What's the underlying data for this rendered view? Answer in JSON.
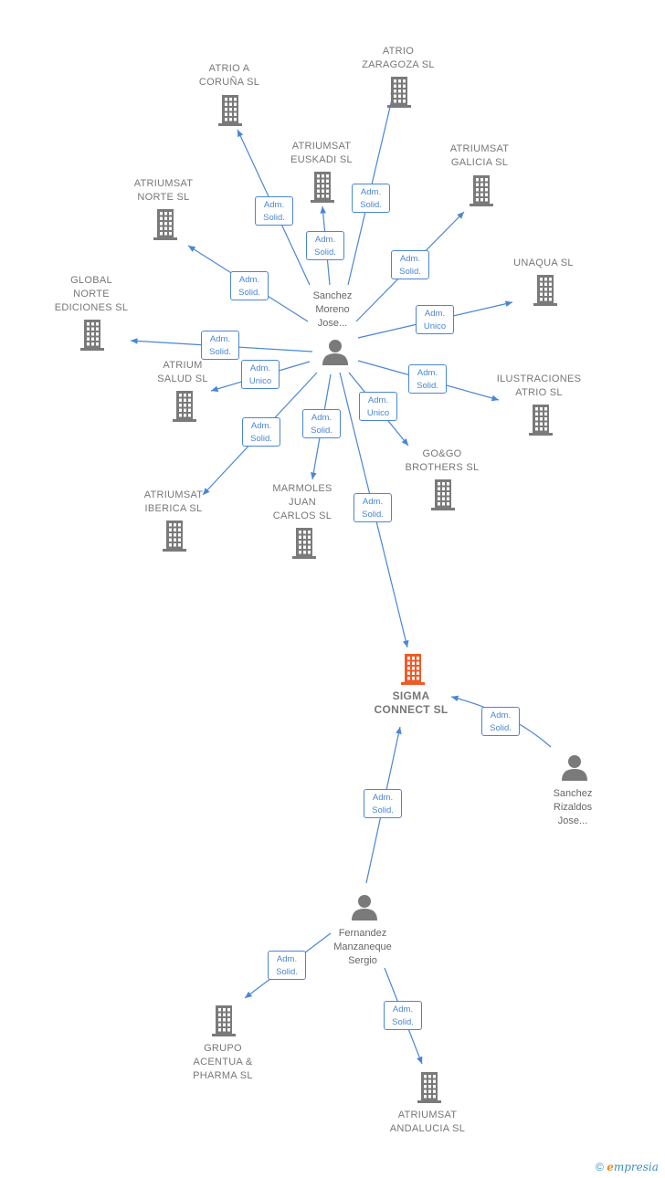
{
  "colors": {
    "edge": "#4a86d4",
    "company": "#7a7a7a",
    "main_company": "#f05a28",
    "person": "#7a7a7a"
  },
  "main_company": {
    "id": "sigma",
    "label": "SIGMA\nCONNECT SL",
    "icon": "building-icon"
  },
  "nodes": [
    {
      "id": "coruna",
      "label": "ATRIO A\nCORUÑA SL",
      "type": "company"
    },
    {
      "id": "zaragoza",
      "label": "ATRIO\nZARAGOZA SL",
      "type": "company"
    },
    {
      "id": "euskadi",
      "label": "ATRIUMSAT\nEUSKADI SL",
      "type": "company"
    },
    {
      "id": "galicia",
      "label": "ATRIUMSAT\nGALICIA SL",
      "type": "company"
    },
    {
      "id": "norte",
      "label": "ATRIUMSAT\nNORTE SL",
      "type": "company"
    },
    {
      "id": "unaqua",
      "label": "UNAQUA SL",
      "type": "company"
    },
    {
      "id": "global",
      "label": "GLOBAL\nNORTE\nEDICIONES SL",
      "type": "company"
    },
    {
      "id": "ilustraciones",
      "label": "ILUSTRACIONES\nATRIO SL",
      "type": "company"
    },
    {
      "id": "salud",
      "label": "ATRIUM\nSALUD SL",
      "type": "company"
    },
    {
      "id": "gogo",
      "label": "GO&GO\nBROTHERS SL",
      "type": "company"
    },
    {
      "id": "iberica",
      "label": "ATRIUMSAT\nIBERICA SL",
      "type": "company"
    },
    {
      "id": "marmoles",
      "label": "MARMOLES\nJUAN\nCARLOS SL",
      "type": "company"
    },
    {
      "id": "sigma",
      "label": "SIGMA\nCONNECT SL",
      "type": "main"
    },
    {
      "id": "sanchez_moreno",
      "label": "Sanchez\nMoreno\nJose...",
      "type": "person"
    },
    {
      "id": "sanchez_rizaldos",
      "label": "Sanchez\nRizaldos\nJose...",
      "type": "person"
    },
    {
      "id": "fernandez",
      "label": "Fernandez\nManzaneque\nSergio",
      "type": "person"
    },
    {
      "id": "grupo",
      "label": "GRUPO\nACENTUA &\nPHARMA SL",
      "type": "company"
    },
    {
      "id": "andalucia",
      "label": "ATRIUMSAT\nANDALUCIA SL",
      "type": "company"
    }
  ],
  "edges": [
    {
      "from": "sanchez_moreno",
      "to": "coruna",
      "label": "Adm.\nSolid."
    },
    {
      "from": "sanchez_moreno",
      "to": "zaragoza",
      "label": "Adm.\nSolid."
    },
    {
      "from": "sanchez_moreno",
      "to": "euskadi",
      "label": "Adm.\nSolid."
    },
    {
      "from": "sanchez_moreno",
      "to": "galicia",
      "label": "Adm.\nSolid."
    },
    {
      "from": "sanchez_moreno",
      "to": "norte",
      "label": "Adm.\nSolid."
    },
    {
      "from": "sanchez_moreno",
      "to": "unaqua",
      "label": "Adm.\nUnico"
    },
    {
      "from": "sanchez_moreno",
      "to": "global",
      "label": "Adm.\nSolid."
    },
    {
      "from": "sanchez_moreno",
      "to": "ilustraciones",
      "label": "Adm.\nSolid."
    },
    {
      "from": "sanchez_moreno",
      "to": "salud",
      "label": "Adm.\nUnico"
    },
    {
      "from": "sanchez_moreno",
      "to": "gogo",
      "label": "Adm.\nUnico"
    },
    {
      "from": "sanchez_moreno",
      "to": "iberica",
      "label": "Adm.\nSolid."
    },
    {
      "from": "sanchez_moreno",
      "to": "marmoles",
      "label": "Adm.\nSolid."
    },
    {
      "from": "sanchez_moreno",
      "to": "sigma",
      "label": "Adm.\nSolid."
    },
    {
      "from": "sanchez_rizaldos",
      "to": "sigma",
      "label": "Adm.\nSolid."
    },
    {
      "from": "fernandez",
      "to": "sigma",
      "label": "Adm.\nSolid."
    },
    {
      "from": "fernandez",
      "to": "grupo",
      "label": "Adm.\nSolid."
    },
    {
      "from": "fernandez",
      "to": "andalucia",
      "label": "Adm.\nSolid."
    }
  ],
  "footer": {
    "copyright": "©",
    "brand_initial": "e",
    "brand_rest": "mpresia"
  }
}
